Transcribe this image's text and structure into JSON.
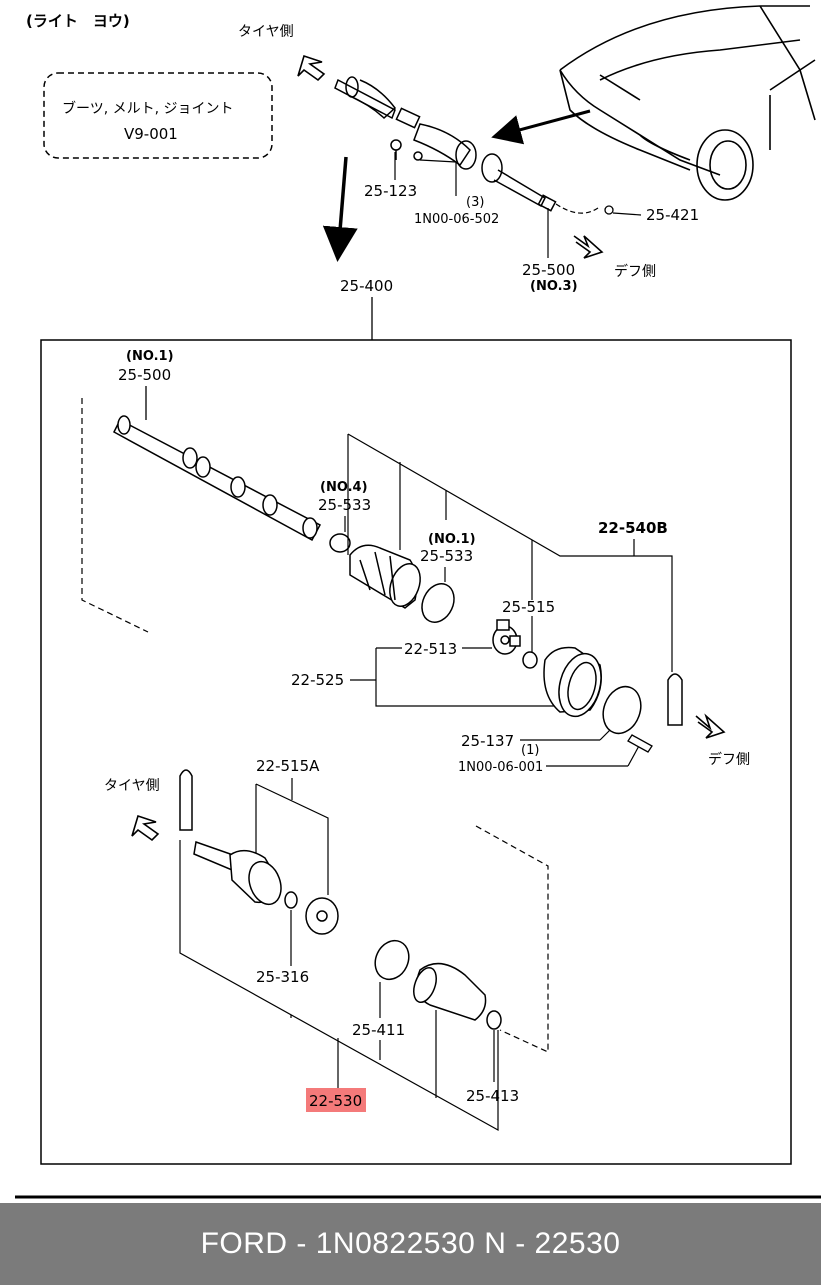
{
  "diagram": {
    "title": "(ライト　ヨウ)",
    "note_line1": "ブーツ, メルト, ジョイント",
    "note_line2": "V9-001",
    "dir_tire": "タイヤ側",
    "dir_diff": "デフ側",
    "parts": {
      "p25_123": "25-123",
      "p25_421": "25-421",
      "q3": "(3)",
      "code_502": "1N00-06-502",
      "p25_500_top": "25-500",
      "no3": "(NO.3)",
      "p25_400": "25-400",
      "no1_a": "(NO.1)",
      "p25_500_box": "25-500",
      "no4": "(NO.4)",
      "p25_533_a": "25-533",
      "no1_b": "(NO.1)",
      "p25_533_b": "25-533",
      "p22_540b": "22-540B",
      "p25_515": "25-515",
      "p22_513": "22-513",
      "p22_525": "22-525",
      "p25_137": "25-137",
      "q1": "(1)",
      "code_001": "1N00-06-001",
      "p22_515a": "22-515A",
      "p25_316": "25-316",
      "p25_411": "25-411",
      "p22_530": "22-530",
      "p25_413": "25-413"
    },
    "highlight_color": "#f47a7a"
  },
  "footer": {
    "text": "FORD - 1N0822530      N - 22530"
  }
}
